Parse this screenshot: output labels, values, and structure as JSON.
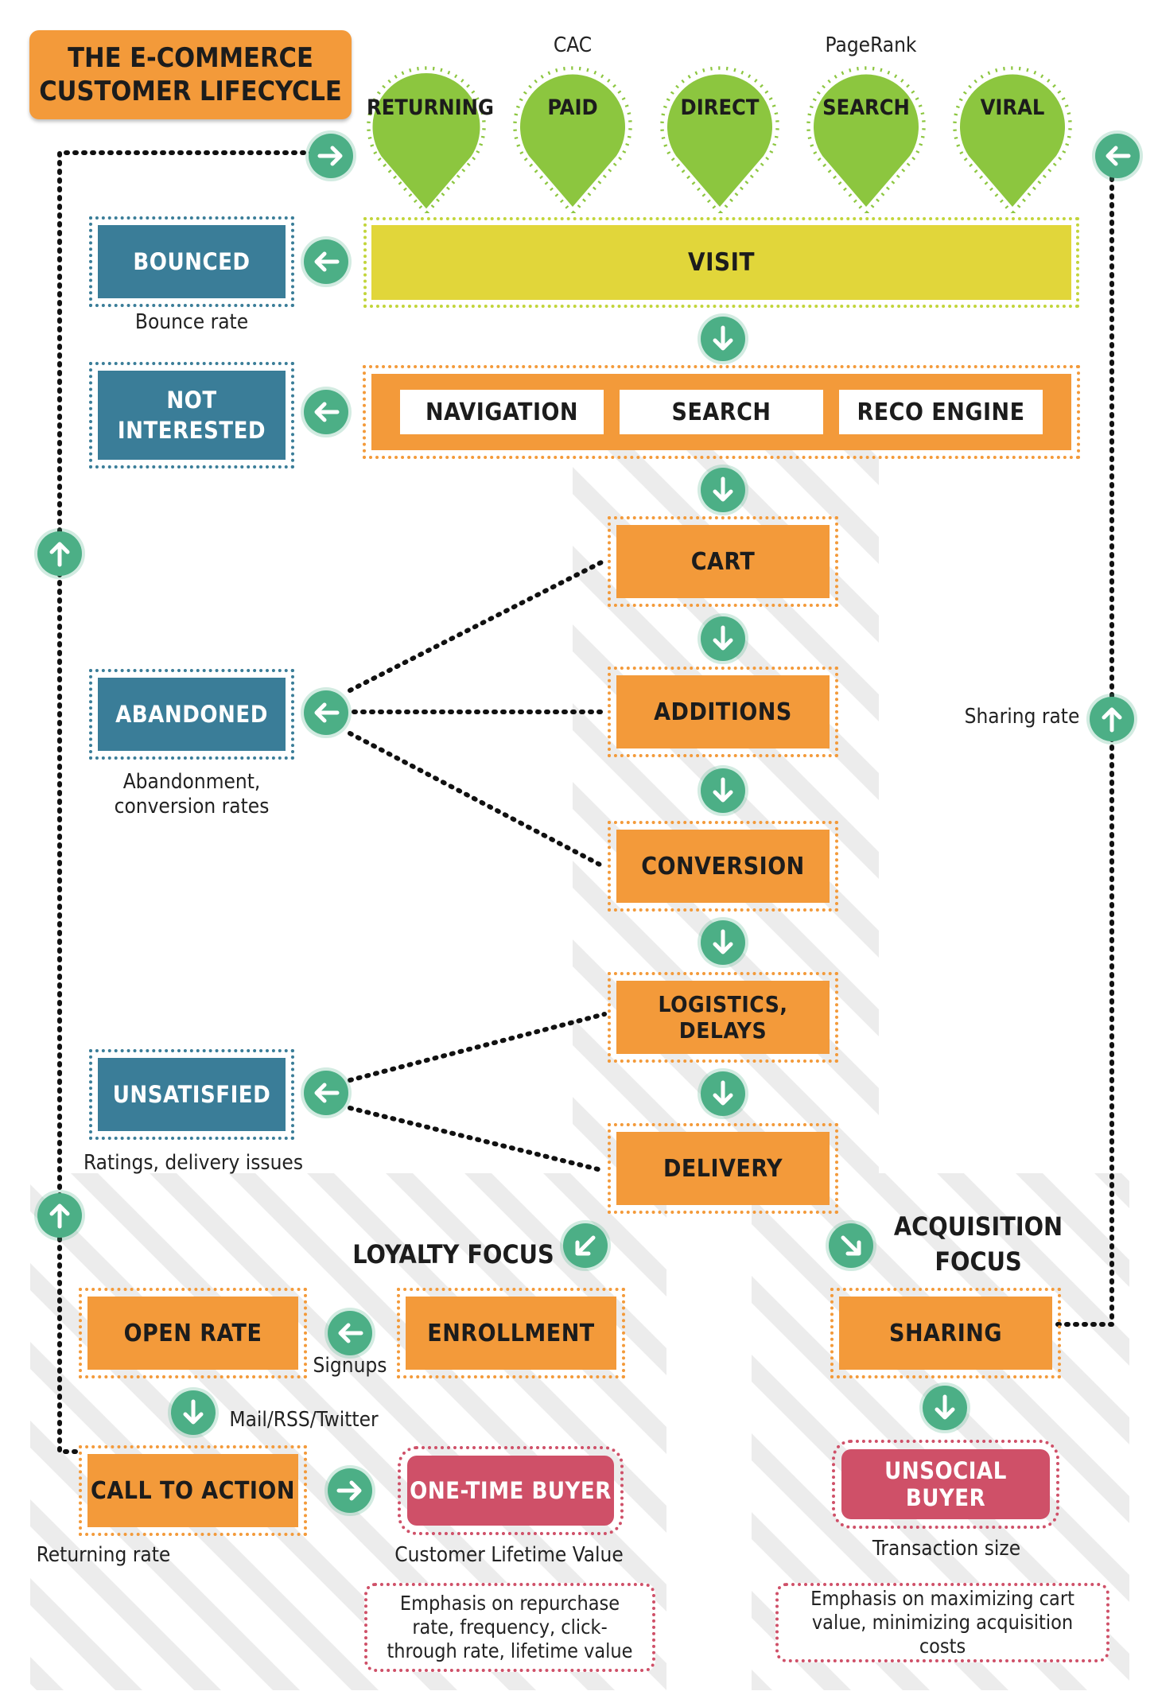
{
  "title": "THE E-COMMERCE CUSTOMER LIFECYCLE",
  "sources": {
    "metric_cac": "CAC",
    "metric_pagerank": "PageRank",
    "items": [
      "RETURNING",
      "PAID",
      "DIRECT",
      "SEARCH",
      "VIRAL"
    ]
  },
  "flow": {
    "visit": "VISIT",
    "nav": [
      "NAVIGATION",
      "SEARCH",
      "RECO ENGINE"
    ],
    "cart": "CART",
    "additions": "ADDITIONS",
    "conversion": "CONVERSION",
    "logistics": "LOGISTICS, DELAYS",
    "delivery": "DELIVERY"
  },
  "exits": {
    "bounced": "BOUNCED",
    "bounced_metric": "Bounce rate",
    "not_interested": "NOT INTERESTED",
    "abandoned": "ABANDONED",
    "abandoned_metric": "Abandonment, conversion rates",
    "unsatisfied": "UNSATISFIED",
    "unsatisfied_metric": "Ratings, delivery issues"
  },
  "loyalty": {
    "heading": "LOYALTY FOCUS",
    "open_rate": "OPEN RATE",
    "enrollment": "ENROLLMENT",
    "signups": "Signups",
    "channels": "Mail/RSS/Twitter",
    "call_to_action": "CALL TO ACTION",
    "returning_rate": "Returning rate",
    "one_time_buyer": "ONE-TIME BUYER",
    "clv": "Customer Lifetime Value",
    "emphasis": "Emphasis on repurchase rate, frequency, click-through rate, lifetime value"
  },
  "acquisition": {
    "heading": "ACQUISITION FOCUS",
    "sharing": "SHARING",
    "sharing_rate": "Sharing rate",
    "unsocial_buyer": "UNSOCIAL BUYER",
    "transaction_size": "Transaction size",
    "emphasis": "Emphasis on maximizing cart value, minimizing acquisition costs"
  },
  "colors": {
    "orange": "#f39a3a",
    "teal": "#3a7d98",
    "green": "#8cc63f",
    "yellow": "#e1d63a",
    "pink": "#cf5068",
    "arrow": "#4caf86"
  }
}
